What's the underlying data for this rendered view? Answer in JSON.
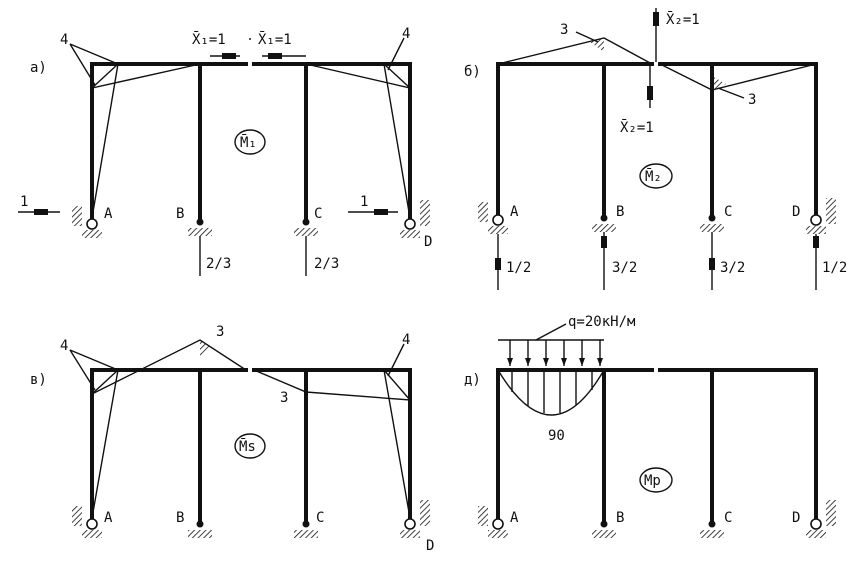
{
  "panels": {
    "a": {
      "letter": "а)",
      "annot_4_left": "4",
      "annot_4_right": "4",
      "x1_left": "X̄₁=1",
      "x1_right": "X̄₁=1",
      "circle_label": "M̄₁",
      "force_left": "1",
      "force_right": "1",
      "support_A": "A",
      "support_B": "B",
      "support_C": "C",
      "support_D": "D",
      "val_B": "2/3",
      "val_C": "2/3"
    },
    "b": {
      "letter": "б)",
      "x2_top": "X̄₂=1",
      "x2_bottom": "X̄₂=1",
      "annot_3_left": "3",
      "annot_3_right": "3",
      "circle_label": "M̄₂",
      "support_A": "A",
      "support_B": "B",
      "support_C": "C",
      "support_D": "D",
      "val_A": "1/2",
      "val_B": "3/2",
      "val_C": "3/2",
      "val_D": "1/2"
    },
    "c": {
      "letter": "в)",
      "annot_4_left": "4",
      "annot_4_right": "4",
      "annot_3_top": "3",
      "annot_3_beam": "3",
      "circle_label": "M̄s",
      "support_A": "A",
      "support_B": "B",
      "support_C": "C",
      "support_D": "D"
    },
    "d": {
      "letter": "д)",
      "load_label": "q=20кН/м",
      "value_90": "90",
      "circle_label": "Mp",
      "support_A": "A",
      "support_B": "B",
      "support_C": "C",
      "support_D": "D"
    }
  }
}
